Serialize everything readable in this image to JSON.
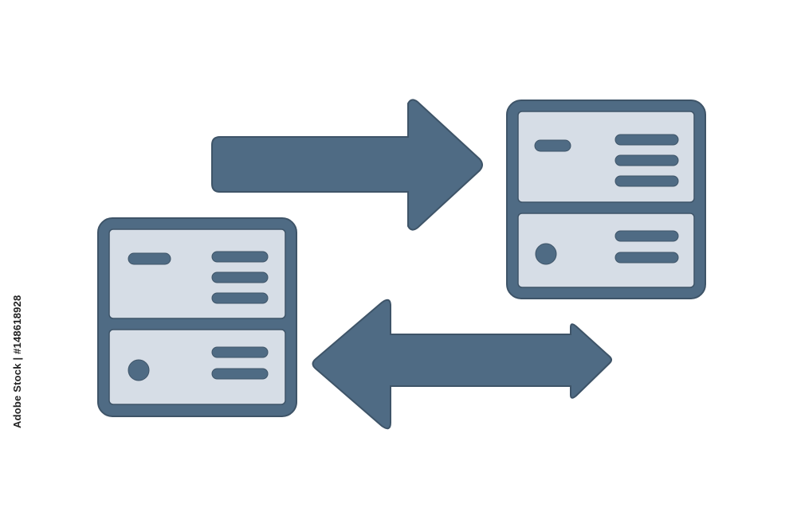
{
  "watermark": {
    "side_text": "Adobe Stock | #148618928"
  },
  "illustration": {
    "icons": [
      "server-icon-left",
      "server-icon-right",
      "arrow-right-icon",
      "arrow-double-icon"
    ]
  },
  "colors": {
    "background": "#ffffff",
    "primary": "#4f6b84",
    "outline": "#3e5468",
    "panel": "#d6dde6"
  }
}
